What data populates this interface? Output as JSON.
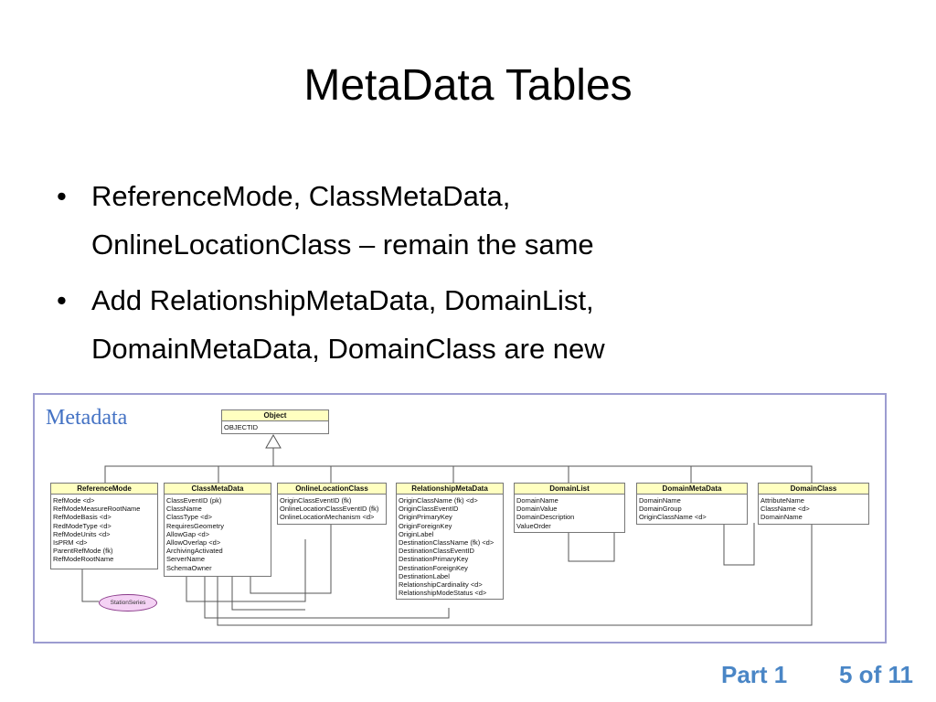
{
  "slide": {
    "title": "MetaData Tables",
    "bullets": [
      {
        "line1": "ReferenceMode, ClassMetaData,",
        "line2": "OnlineLocationClass – remain the same"
      },
      {
        "line1": "Add RelationshipMetaData, DomainList,",
        "line2": "DomainMetaData, DomainClass are new"
      }
    ],
    "bullet_symbol": "•"
  },
  "diagram": {
    "label": "Metadata",
    "object_box": {
      "name": "Object",
      "fields": [
        "OBJECTID"
      ]
    },
    "tables": [
      {
        "name": "ReferenceMode",
        "fields": [
          "RefMode <d>",
          "RefModeMeasureRootName",
          "RefModeBasis <d>",
          "RedModeType <d>",
          "RefModeUnits <d>",
          "IsPRM <d>",
          "ParentRefMode (fk)",
          "RefModeRootName"
        ]
      },
      {
        "name": "ClassMetaData",
        "fields": [
          "ClassEventID (pk)",
          "ClassName",
          "ClassType <d>",
          "RequiresGeometry",
          "AllowGap <d>",
          "AllowOverlap <d>",
          "ArchivingActivated",
          "ServerName",
          "SchemaOwner"
        ]
      },
      {
        "name": "OnlineLocationClass",
        "fields": [
          "OriginClassEventID (fk)",
          "OnlineLocationClassEventID (fk)",
          "OnlineLocationMechanism <d>"
        ]
      },
      {
        "name": "RelationshipMetaData",
        "fields": [
          "OriginClassName (fk) <d>",
          "OriginClassEventID",
          "OriginPrimaryKey",
          "OriginForeignKey",
          "OriginLabel",
          "DestinationClassName (fk) <d>",
          "DestinationClassEventID",
          "DestinationPrimaryKey",
          "DestinationForeignKey",
          "DestinationLabel",
          "RelationshipCardinality <d>",
          "RelationshipModeStatus <d>"
        ]
      },
      {
        "name": "DomainList",
        "fields": [
          "DomainName",
          "DomainValue",
          "DomainDescription",
          "ValueOrder"
        ]
      },
      {
        "name": "DomainMetaData",
        "fields": [
          "DomainName",
          "DomainGroup",
          "OriginClassName <d>"
        ]
      },
      {
        "name": "DomainClass",
        "fields": [
          "AttributeName",
          "ClassName <d>",
          "DomainName"
        ]
      }
    ],
    "ellipse_label": "StationSeries"
  },
  "footer": {
    "part": "Part 1",
    "page": "5 of 11"
  }
}
